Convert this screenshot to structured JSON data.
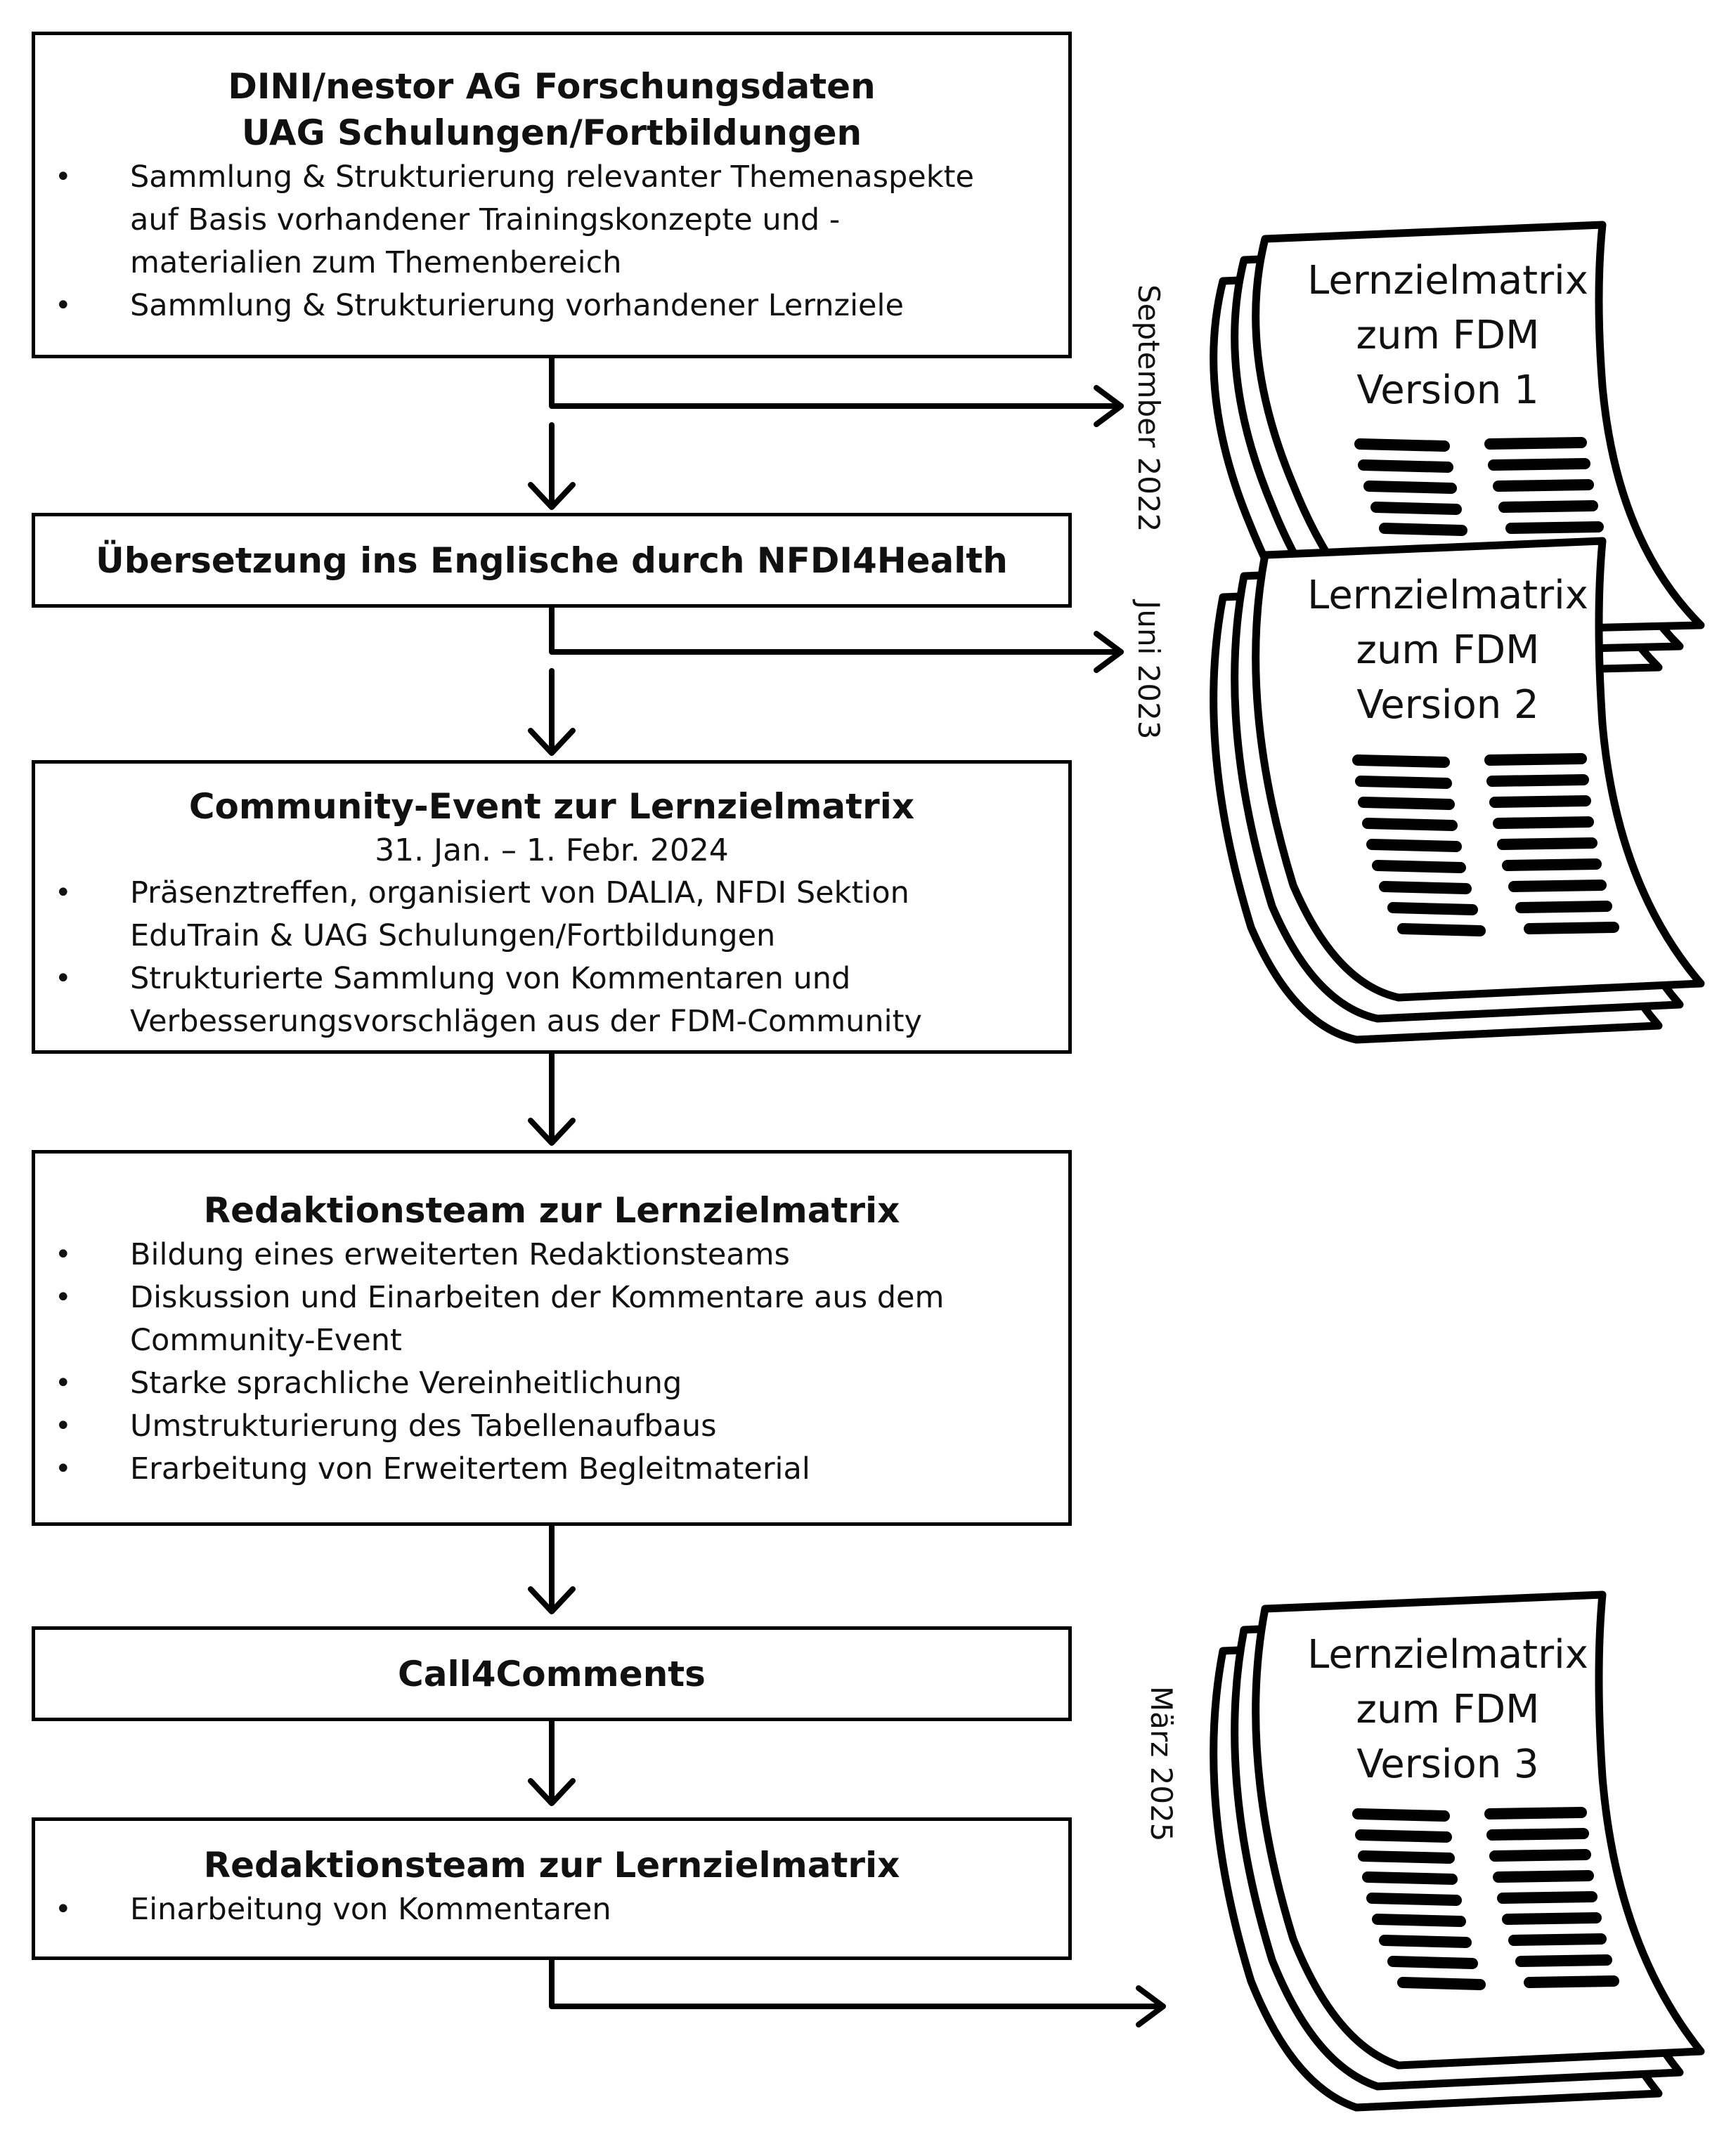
{
  "steps": [
    {
      "title_lines": [
        "DINI/nestor AG Forschungsdaten",
        "UAG Schulungen/Fortbildungen"
      ],
      "bullets": [
        "Sammlung & Strukturierung relevanter Themenaspekte auf Basis vorhandener Trainingskonzepte und -materialien zum Themenbereich",
        "Sammlung & Strukturierung vorhandener Lernziele"
      ]
    },
    {
      "title": "Übersetzung ins Englische durch NFDI4Health"
    },
    {
      "title": "Community-Event zur Lernzielmatrix",
      "subtitle": "31. Jan. – 1. Febr. 2024",
      "bullets": [
        "Präsenztreffen, organisiert von DALIA, NFDI Sektion EduTrain & UAG Schulungen/Fortbildungen",
        "Strukturierte Sammlung von Kommentaren und Verbesserungsvorschlägen aus der FDM-Community"
      ]
    },
    {
      "title": "Redaktionsteam zur Lernzielmatrix",
      "bullets": [
        "Bildung eines erweiterten Redaktionsteams",
        "Diskussion und Einarbeiten der Kommentare aus dem Community-Event",
        "Starke sprachliche Vereinheitlichung",
        "Umstrukturierung des Tabellenaufbaus",
        "Erarbeitung von Erweitertem Begleitmaterial"
      ]
    },
    {
      "title": "Call4Comments"
    },
    {
      "title": "Redaktionsteam zur Lernzielmatrix",
      "bullets": [
        "Einarbeitung von Kommentaren"
      ]
    }
  ],
  "documents": [
    {
      "lines": [
        "Lernzielmatrix",
        "zum FDM",
        "Version 1"
      ],
      "date": "September 2022"
    },
    {
      "lines": [
        "Lernzielmatrix",
        "zum FDM",
        "Version 2"
      ],
      "date": "Juni 2023"
    },
    {
      "lines": [
        "Lernzielmatrix",
        "zum FDM",
        "Version 3"
      ],
      "date": "März 2025"
    }
  ]
}
